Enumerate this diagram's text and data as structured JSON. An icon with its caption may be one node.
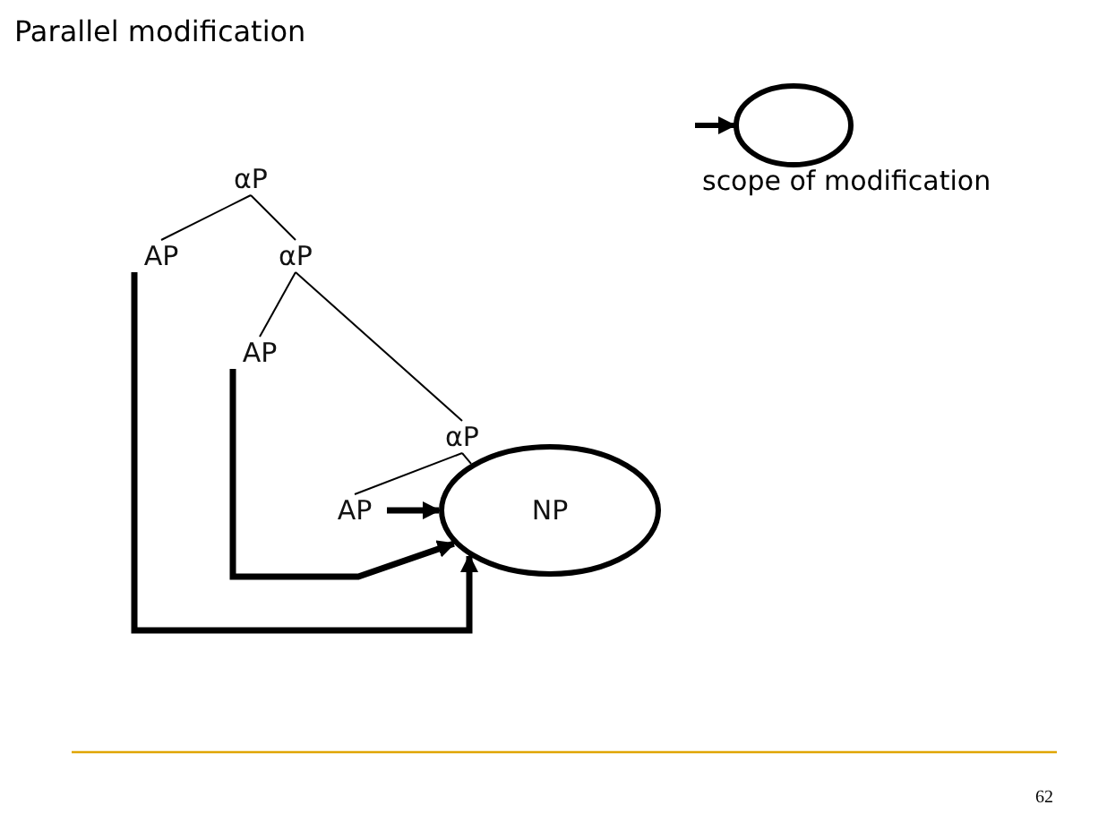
{
  "diagram": {
    "title": "Parallel modification",
    "nodes": [
      {
        "text": [
          "αP"
        ]
      },
      {
        "text": [
          "AP"
        ]
      },
      {
        "text": [
          "αP"
        ]
      },
      {
        "text": [
          "AP"
        ]
      },
      {
        "text": [
          "αP"
        ]
      },
      {
        "text": [
          "AP"
        ]
      },
      {
        "text": [
          "NP"
        ]
      }
    ],
    "edges": [
      {
        "from": 0,
        "to": 1,
        "arrow": "none"
      },
      {
        "from": 0,
        "to": 2,
        "arrow": "none"
      },
      {
        "from": 2,
        "to": 3,
        "arrow": "none"
      },
      {
        "from": 2,
        "to": 4,
        "arrow": "none"
      },
      {
        "from": 4,
        "to": 5,
        "arrow": "none"
      },
      {
        "from": 4,
        "to": 6,
        "arrow": "none"
      },
      {
        "from": 5,
        "to": 6,
        "arrow": "to",
        "style": "thick"
      },
      {
        "from": 3,
        "to": 6,
        "arrow": "to",
        "style": "thick"
      },
      {
        "from": 1,
        "to": 6,
        "arrow": "to",
        "style": "thick"
      }
    ],
    "labels": [
      "62"
    ],
    "legend": [
      {
        "text": "scope of modification"
      }
    ]
  }
}
